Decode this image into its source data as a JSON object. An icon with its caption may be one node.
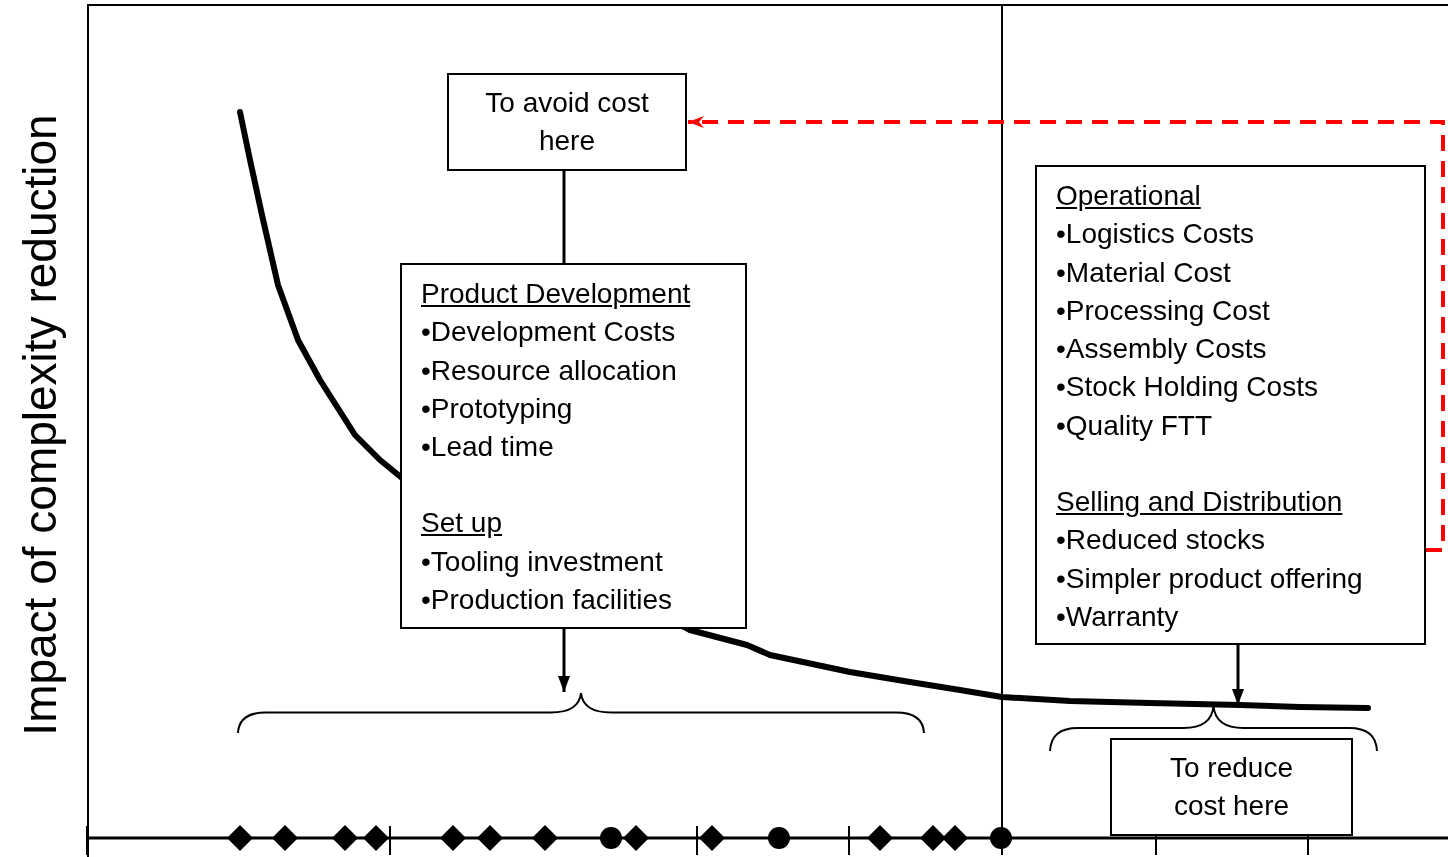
{
  "diagram": {
    "nodes": [
      {
        "text": [
          "To avoid cost here"
        ]
      },
      {
        "text": [
          "Product Development",
          "•Development Costs •Resource allocation •Prototyping •Lead time",
          "Set up",
          "•Tooling investment •Production facilities"
        ]
      },
      {
        "text": [
          "Operational",
          "•Logistics Costs •Material Cost •Processing Cost •Assembly Costs •Stock Holding Costs •Quality FTT",
          "Selling and Distribution",
          "•Reduced stocks •Simpler product offering •Warranty"
        ]
      },
      {
        "text": [
          "To reduce cost here"
        ]
      },
      {
        "text": [],
        "shape": "brace"
      },
      {
        "text": [],
        "shape": "brace"
      }
    ],
    "edges": [
      {
        "from": 0,
        "to": 1,
        "arrow": "none"
      },
      {
        "from": 1,
        "to": 4,
        "arrow": "to"
      },
      {
        "from": 2,
        "to": 5,
        "arrow": "to"
      },
      {
        "from": 2,
        "to": 0,
        "arrow": "to",
        "style": "dashed",
        "color": "#ff0000"
      }
    ],
    "labels": [
      "Impact of complexity reduction"
    ]
  }
}
